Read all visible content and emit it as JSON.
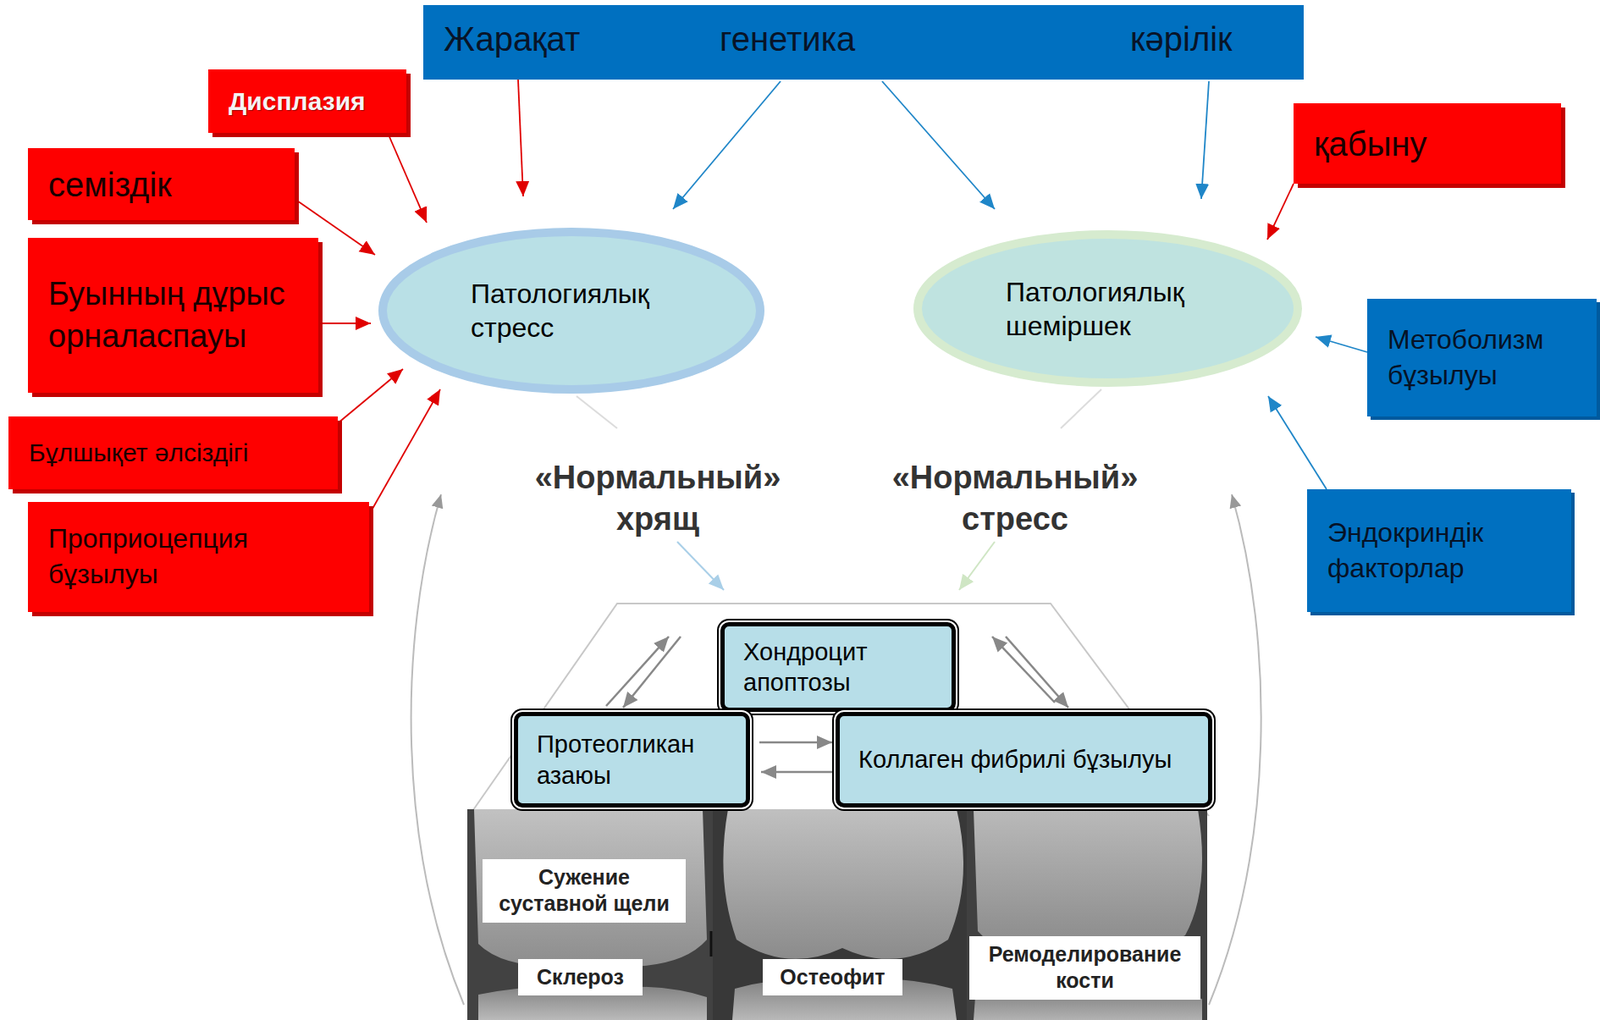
{
  "diagram": {
    "nodes": [
      {
        "text": [
          "Жарақат",
          "генетика",
          "кәрілік"
        ]
      },
      {
        "text": [
          "Дисплазия"
        ]
      },
      {
        "text": [
          "семіздік"
        ]
      },
      {
        "text": [
          "Буынның дұрыс орналаспауы"
        ]
      },
      {
        "text": [
          "Бұлшықет әлсіздігі"
        ]
      },
      {
        "text": [
          "Проприоцепция бұзылуы"
        ]
      },
      {
        "text": [
          "Патологиялық стресс"
        ]
      },
      {
        "text": [
          "қабыну"
        ]
      },
      {
        "text": [
          "Патологиялық шеміршек"
        ]
      },
      {
        "text": [
          "Метоболизм бұзылуы"
        ]
      },
      {
        "text": [
          "Эндокриндік факторлар"
        ]
      },
      {
        "text": [
          "Хондроцит апоптозы"
        ]
      },
      {
        "text": [
          "Протеогликан азаюы"
        ]
      },
      {
        "text": [
          "Коллаген фибрилі бұзылуы"
        ]
      }
    ],
    "edges": [
      {
        "from": 0,
        "to": 6,
        "arrow": "to"
      },
      {
        "from": 0,
        "to": 6,
        "arrow": "to"
      },
      {
        "from": 0,
        "to": 8,
        "arrow": "to"
      },
      {
        "from": 0,
        "to": 8,
        "arrow": "to"
      },
      {
        "from": 1,
        "to": 6,
        "arrow": "to"
      },
      {
        "from": 2,
        "to": 6,
        "arrow": "to"
      },
      {
        "from": 3,
        "to": 6,
        "arrow": "to"
      },
      {
        "from": 4,
        "to": 6,
        "arrow": "to"
      },
      {
        "from": 5,
        "to": 6,
        "arrow": "to"
      },
      {
        "from": 7,
        "to": 8,
        "arrow": "to"
      },
      {
        "from": 9,
        "to": 8,
        "arrow": "to"
      },
      {
        "from": 10,
        "to": 8,
        "arrow": "to"
      },
      {
        "from": 12,
        "to": 13,
        "arrow": "to"
      },
      {
        "from": 13,
        "to": 12,
        "arrow": "to"
      },
      {
        "from": 12,
        "to": 11,
        "arrow": "to"
      },
      {
        "from": 11,
        "to": 12,
        "arrow": "to"
      },
      {
        "from": 13,
        "to": 11,
        "arrow": "to"
      },
      {
        "from": 11,
        "to": 13,
        "arrow": "to"
      }
    ],
    "labels": [
      "«Нормальный» хрящ",
      "«Нормальный» стресс",
      "Сужение суставной щели",
      "Склероз",
      "Остеофит",
      "Ремоделирование кости"
    ]
  }
}
